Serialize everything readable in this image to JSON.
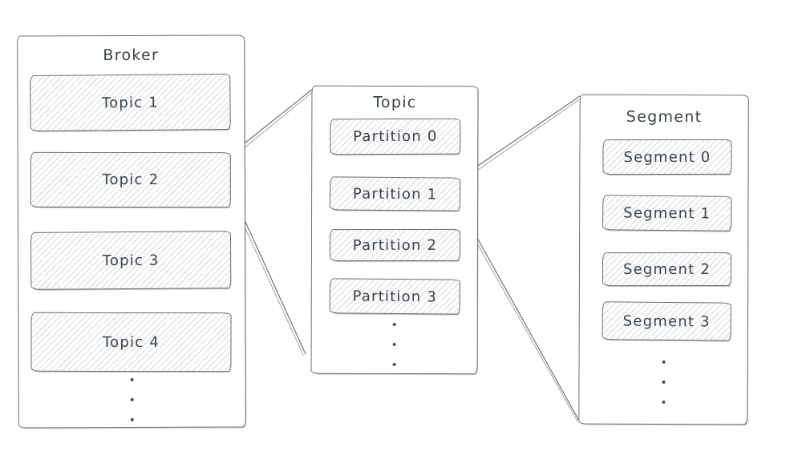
{
  "colors": {
    "background": "#ffffff",
    "stroke": "#6b7278",
    "text": "#3b4249",
    "hatch": "#a5acb3"
  },
  "containers": [
    {
      "id": "broker",
      "title": "Broker",
      "items": [
        "Topic 1",
        "Topic 2",
        "Topic 3",
        "Topic 4"
      ],
      "ellipsis_dots": 3
    },
    {
      "id": "topic",
      "title": "Topic",
      "items": [
        "Partition 0",
        "Partition 1",
        "Partition 2",
        "Partition 3"
      ],
      "ellipsis_dots": 3
    },
    {
      "id": "segment",
      "title": "Segment",
      "items": [
        "Segment 0",
        "Segment 1",
        "Segment 2",
        "Segment 3"
      ],
      "ellipsis_dots": 3
    }
  ],
  "connections": [
    {
      "from": "Topic 2",
      "to": "Topic container"
    },
    {
      "from": "Partition 1",
      "to": "Segment container"
    }
  ]
}
